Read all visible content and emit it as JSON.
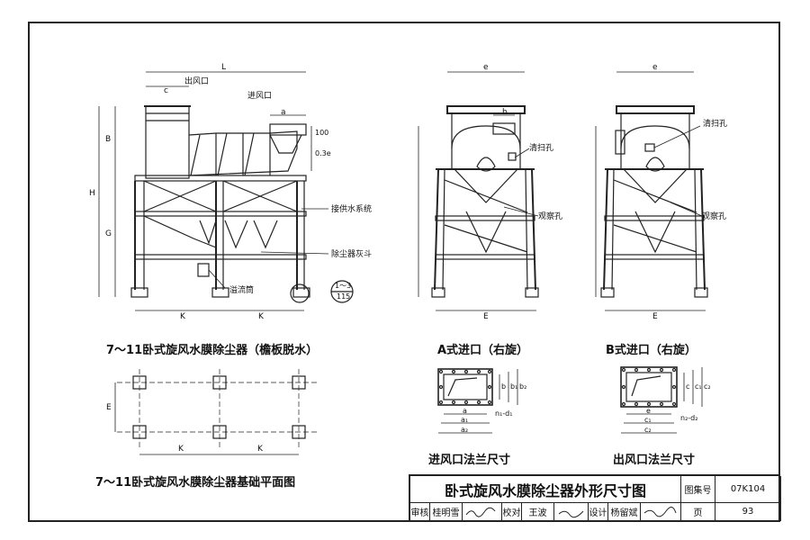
{
  "drawing": {
    "elevation_title": "7～11卧式旋风水膜除尘器（檐板脱水）",
    "foundation_title": "7～11卧式旋风水膜除尘器基础平面图",
    "type_a_title": "A式进口（右旋）",
    "type_b_title": "B式进口（右旋）",
    "inlet_flange_title": "进风口法兰尺寸",
    "outlet_flange_title": "出风口法兰尺寸",
    "callouts": {
      "outlet": "出风口",
      "inlet": "进风口",
      "water_supply": "接供水系统",
      "ash_hopper": "除尘器灰斗",
      "overflow": "溢流筒",
      "cleanout_a": "清扫孔",
      "cleanout_b": "清扫孔",
      "inspection_a": "观察孔",
      "inspection_b": "观察孔",
      "detail_top": "1～3",
      "detail_bottom": "115"
    },
    "dims": {
      "L": "L",
      "c": "c",
      "a": "a",
      "B": "B",
      "H": "H",
      "G": "G",
      "s100": "100",
      "e03": "0.3e",
      "K1": "K",
      "K2": "K",
      "E": "E",
      "e": "e",
      "b": "b",
      "a1": "a₁",
      "a2": "a₂",
      "n1d1": "n₁-d₁",
      "b1": "b₁",
      "b2": "b₂",
      "c1": "c₁",
      "c2": "c₂",
      "n2d2": "n₂-d₂"
    }
  },
  "title_block": {
    "title": "卧式旋风水膜除尘器外形尺寸图",
    "atlas_label": "图集号",
    "atlas_no": "07K104",
    "reviewer_label": "审核",
    "reviewer": "桂明雪",
    "checker_label": "校对",
    "checker": "王波",
    "designer_label": "设计",
    "designer": "杨留斌",
    "page_label": "页",
    "page_no": "93"
  }
}
